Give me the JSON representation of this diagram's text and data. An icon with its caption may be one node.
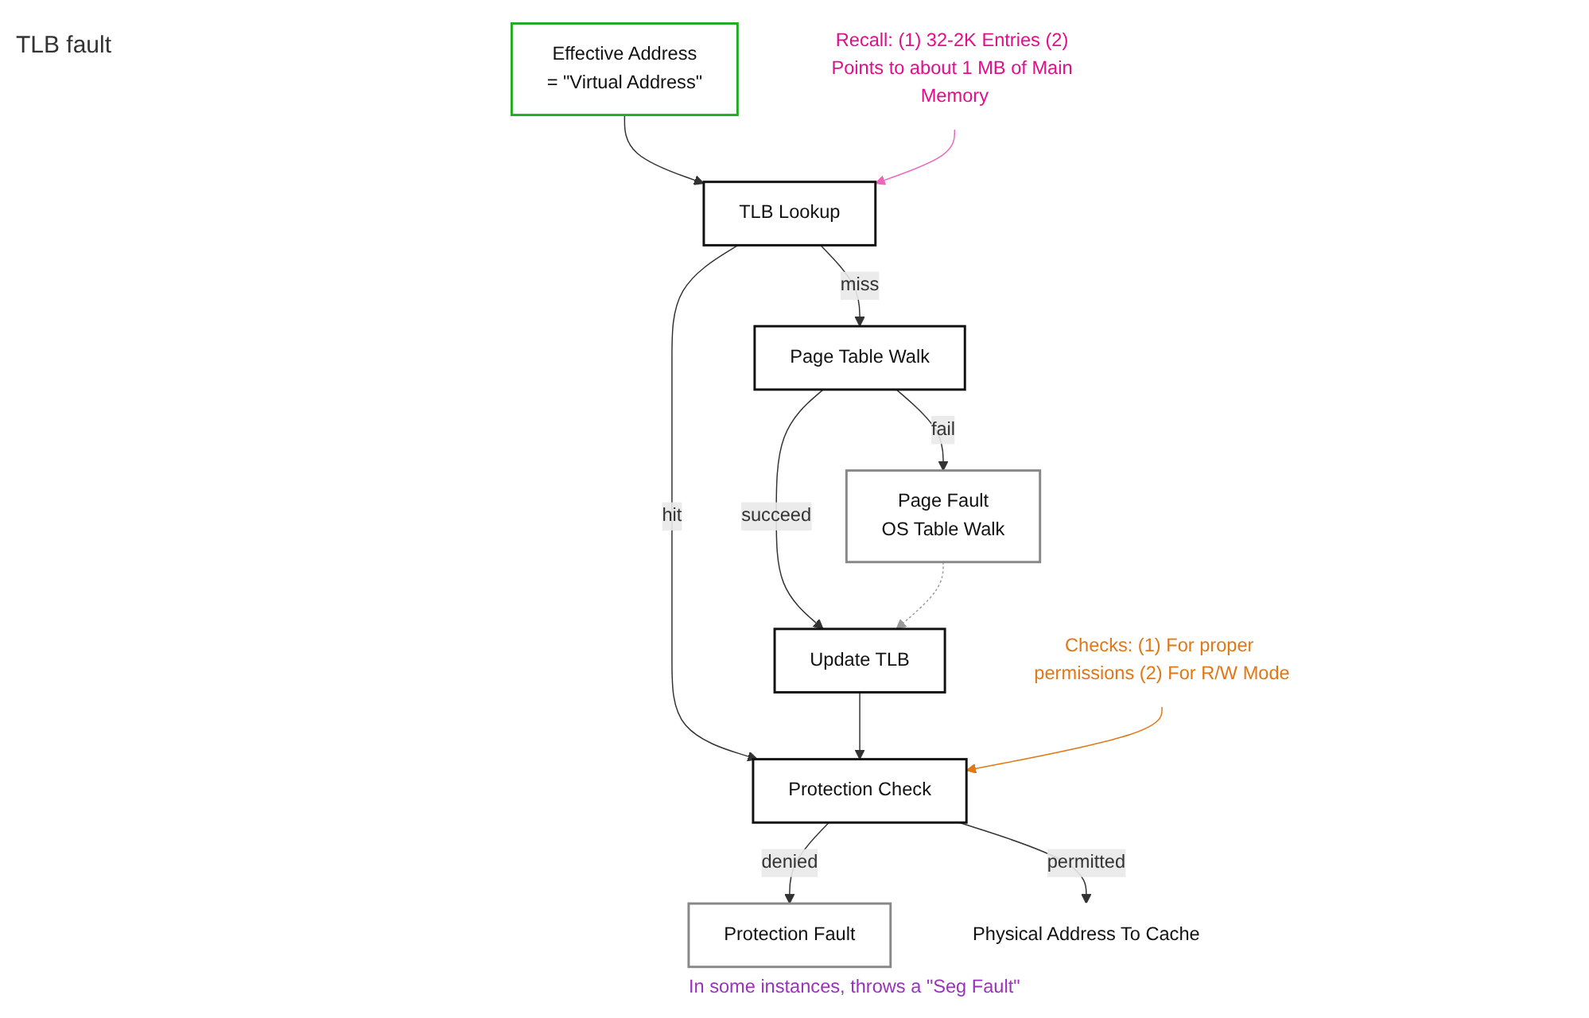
{
  "diagram": {
    "nodes": [
      {
        "text": [
          "Effective Address",
          "= \"Virtual Address\""
        ]
      },
      {
        "text": [
          "TLB Lookup"
        ]
      },
      {
        "text": [
          "Page Table Walk"
        ]
      },
      {
        "text": [
          "Protection Check"
        ]
      },
      {
        "text": [
          "Update TLB"
        ]
      },
      {
        "text": [
          "Page Fault",
          "OS Table Walk"
        ]
      },
      {
        "text": [
          "Protection Fault"
        ],
        "beside": [
          "In some instances, throws a \"Seg Fault\""
        ]
      },
      {
        "text": [
          "Physical Address To Cache"
        ]
      },
      {
        "text": [
          "Recall: (1) 32-2K Entries (2) Points to about 1 MB of Main Memory"
        ]
      },
      {
        "text": [
          "Checks: (1) For proper permissions (2) For R/W Mode"
        ]
      }
    ],
    "edges": [
      {
        "from": 0,
        "to": 1,
        "arrow": "to"
      },
      {
        "from": 1,
        "to": 2,
        "arrow": "to",
        "label": "miss"
      },
      {
        "from": 1,
        "to": 3,
        "arrow": "to",
        "label": "hit"
      },
      {
        "from": 2,
        "to": 4,
        "arrow": "to",
        "label": "succeed"
      },
      {
        "from": 2,
        "to": 5,
        "arrow": "to",
        "label": "fail"
      },
      {
        "from": 5,
        "to": 4,
        "arrow": "to",
        "style": "dashed",
        "color": "#999999"
      },
      {
        "from": 4,
        "to": 3,
        "arrow": "to"
      },
      {
        "from": 3,
        "to": 6,
        "arrow": "to",
        "label": "denied"
      },
      {
        "from": 3,
        "to": 7,
        "arrow": "to",
        "label": "permitted"
      },
      {
        "from": 8,
        "to": 1,
        "arrow": "to",
        "color": "#ee66bb"
      },
      {
        "from": 9,
        "to": 3,
        "arrow": "to",
        "color": "#e07818"
      }
    ],
    "labels": [
      "TLB fault"
    ]
  }
}
